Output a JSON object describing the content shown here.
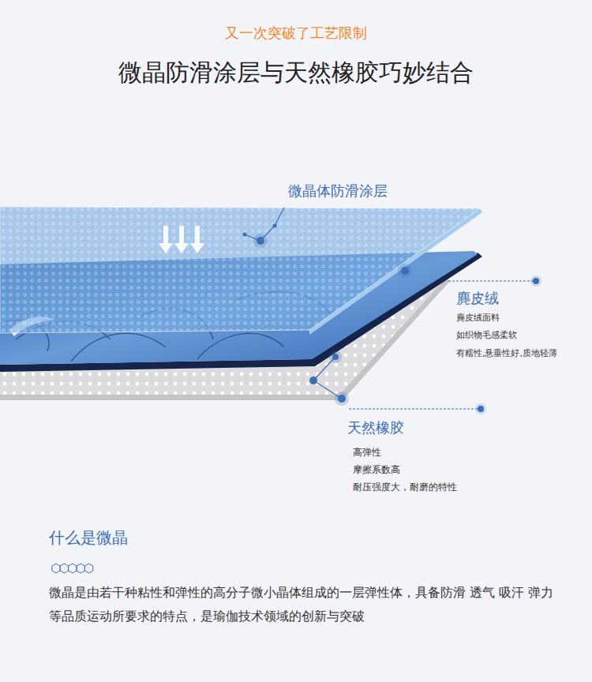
{
  "diagram": {
    "title": "微晶防滑涂层与天然橡胶巧妙结合",
    "labels": [
      "又一次突破了工艺限制",
      "微晶体防滑涂层",
      "麂皮绒",
      "麂皮绒面料",
      "如织物毛感柔软",
      "有糯性,悬垂性好,质地轻薄",
      "天然橡胶",
      "高弹性",
      "摩擦系数高",
      "耐压强度大，耐磨的特性",
      "什么是微晶",
      "微晶是由若干种粘性和弹性的高分子微小晶体组成的一层弹性体，具备防滑 透气 吸汗 弹力等品质运动所要求的特点，是瑜伽技术领域的创新与突破"
    ]
  }
}
